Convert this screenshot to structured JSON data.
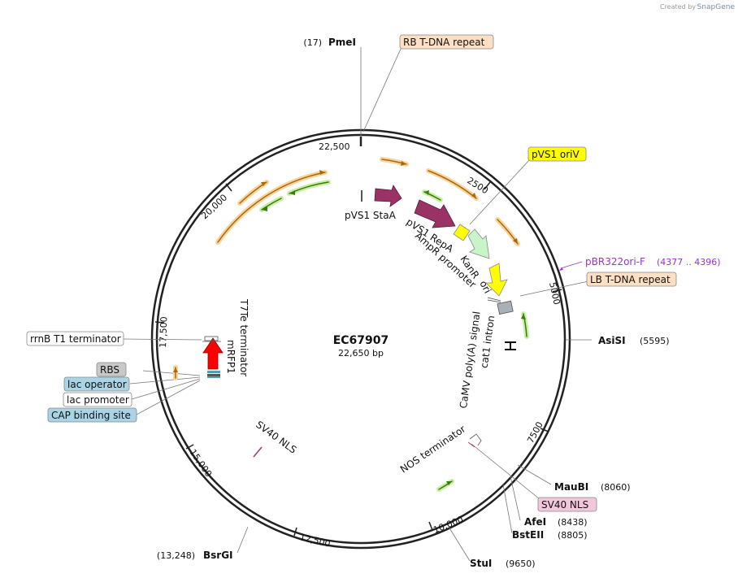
{
  "credit": {
    "prefix": "Created by",
    "brand": "SnapGene"
  },
  "plasmid": {
    "name": "EC67907",
    "size": "22,650 bp"
  },
  "ticks": [
    "22,500",
    "2500",
    "5000",
    "7500",
    "10,000",
    "12,500",
    "15,000",
    "17,500",
    "20,000"
  ],
  "sites": [
    {
      "name": "PmeI",
      "pos": "(17)"
    },
    {
      "name": "AsiSI",
      "pos": "(5595)"
    },
    {
      "name": "MauBI",
      "pos": "(8060)"
    },
    {
      "name": "AfeI",
      "pos": "(8438)"
    },
    {
      "name": "BstEII",
      "pos": "(8805)"
    },
    {
      "name": "StuI",
      "pos": "(9650)"
    },
    {
      "name": "BsrGI",
      "pos": "(13,248)"
    }
  ],
  "boxes": [
    {
      "text": "RB T-DNA repeat",
      "color": "#fde0c4"
    },
    {
      "text": "pVS1 oriV",
      "color": "#ffff00"
    },
    {
      "text": "LB T-DNA repeat",
      "color": "#fde0c4"
    },
    {
      "text": "SV40 NLS",
      "color": "#f3c6dc"
    },
    {
      "text": "rrnB T1 terminator",
      "color": "#ffffff"
    },
    {
      "text": "RBS",
      "color": "#c8c8c8"
    },
    {
      "text": "lac operator",
      "color": "#a8d4e6"
    },
    {
      "text": "lac promoter",
      "color": "#ffffff"
    },
    {
      "text": "CAP binding site",
      "color": "#a8d4e6"
    }
  ],
  "primer": {
    "name": "pBR322ori-F",
    "range": "(4377 .. 4396)",
    "color": "#9933cc"
  },
  "features": [
    "pVS1 StaA",
    "pVS1 RepA",
    "AmpR promoter",
    "KanR",
    "ori",
    "CaMV poly(A) signal",
    "cat1 intron",
    "NOS terminator",
    "SV40 NLS",
    "mRFP1",
    "T7Te terminator"
  ]
}
